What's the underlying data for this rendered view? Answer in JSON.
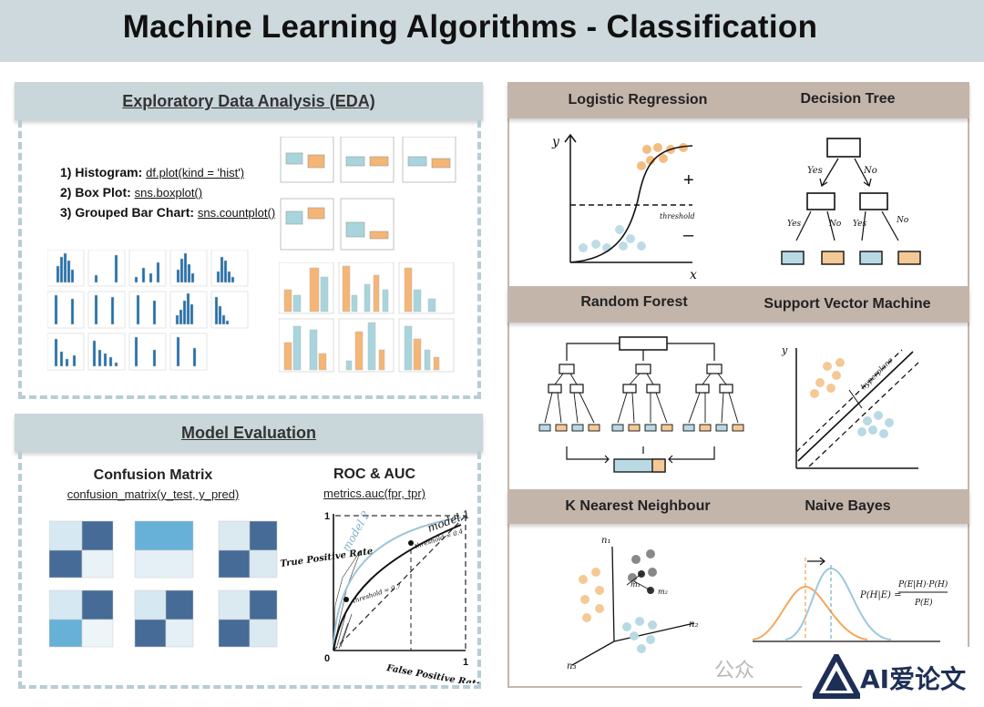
{
  "title": "Machine Learning Algorithms - Classification",
  "eda": {
    "header": "Exploratory Data Analysis (EDA)",
    "items": [
      {
        "label": "1) Histogram:",
        "code": "df.plot(kind = 'hist')"
      },
      {
        "label": "2) Box Plot:",
        "code": "sns.boxplot()"
      },
      {
        "label": "3) Grouped Bar Chart:",
        "code": "sns.countplot()"
      }
    ]
  },
  "evaluation": {
    "header": "Model Evaluation",
    "confusion_title": "Confusion Matrix",
    "confusion_code": "confusion_matrix(y_test, y_pred)",
    "roc_title": "ROC & AUC",
    "roc_code": "metrics.auc(fpr, tpr)",
    "roc": {
      "y_axis": "True Positive Rate",
      "x_axis": "False Positive Rate",
      "model1": "model 1",
      "model2": "model 2",
      "threshold_a": "threshold = 0.4",
      "threshold_b": "threshold = 0.7",
      "tick_one_y": "1",
      "tick_one_x": "1",
      "origin": "0"
    }
  },
  "algorithms": {
    "logistic": {
      "title": "Logistic Regression",
      "y": "y",
      "x": "x",
      "plus": "+",
      "minus": "–",
      "threshold": "threshold"
    },
    "tree": {
      "title": "Decision Tree",
      "yes": "Yes",
      "no": "No"
    },
    "forest": {
      "title": "Random Forest"
    },
    "svm": {
      "title": "Support Vector Machine",
      "hyperplane": "hyperplane",
      "y": "y"
    },
    "knn": {
      "title": "K Nearest Neighbour",
      "n1": "n₁",
      "n2": "n₂",
      "n3": "n₃",
      "m1": "m₁",
      "m2": "m₂"
    },
    "bayes": {
      "title": "Naive Bayes",
      "formula_lhs": "P(H|E) =",
      "numerator": "P(E|H)·P(H)",
      "denominator": "P(E)"
    }
  },
  "watermark": {
    "text": "公众",
    "brand": "AI爱论文"
  },
  "colors": {
    "orange": "#f5b574",
    "blue": "#b9d9e4",
    "teal": "#a8d5dd",
    "bar_blue": "#1f6fad",
    "brown_header": "#c4b5ab",
    "blue_header": "#c9d6da"
  }
}
